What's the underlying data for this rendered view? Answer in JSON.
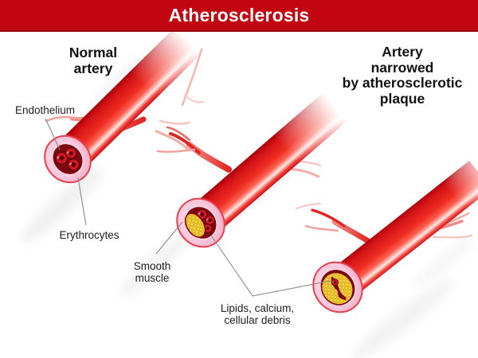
{
  "banner": {
    "title": "Atherosclerosis",
    "bg_color": "#C10511",
    "text_color": "#FFFFFF"
  },
  "headings": {
    "left": "Normal\nartery",
    "right": "Artery\nnarrowed\nby atherosclerotic\nplaque"
  },
  "labels": {
    "endothelium": "Endothelium",
    "erythrocytes": "Erythrocytes",
    "smooth_muscle": "Smooth\nmuscle",
    "lipids": "Lipids, calcium,\ncellular debris"
  },
  "diagram": {
    "type": "medical-illustration",
    "panels": [
      {
        "name": "normal-artery",
        "callouts": [
          "Endothelium",
          "Erythrocytes"
        ]
      },
      {
        "name": "artery-with-early-plaque",
        "callouts": [
          "Smooth muscle",
          "Lipids, calcium, cellular debris"
        ]
      },
      {
        "name": "artery-narrowed-by-plaque",
        "callouts": [
          "Lipids, calcium, cellular debris"
        ]
      }
    ]
  },
  "colors": {
    "artery_red": "#E2231E",
    "artery_dark_edge": "#A80008",
    "artery_highlight": "#FFE9E5",
    "vessel_wall_pink": "#F7B9D3",
    "lumen_dark_red": "#7E0712",
    "erythrocyte_red": "#D01825",
    "plaque_yellow": "#EFC22B",
    "leader_line_gray": "#8A8A8A",
    "shadow_gray": "#9A9A9A"
  }
}
